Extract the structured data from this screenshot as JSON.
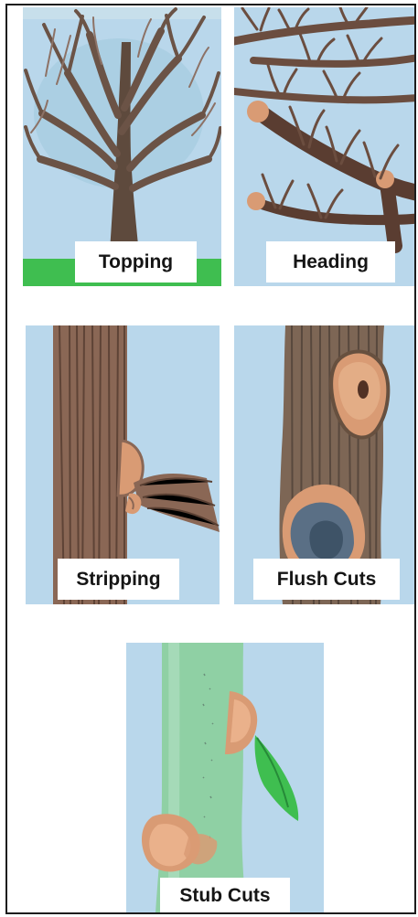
{
  "panels": {
    "topping": {
      "label": "Topping"
    },
    "heading": {
      "label": "Heading"
    },
    "stripping": {
      "label": "Stripping"
    },
    "flush_cuts": {
      "label": "Flush Cuts"
    },
    "stub_cuts": {
      "label": "Stub Cuts"
    }
  },
  "colors": {
    "sky": "#b9d7eb",
    "bark": "#7b5b47",
    "bark_dark": "#4b3225",
    "bark_light": "#ad8b73",
    "grass": "#3fbe50",
    "pale_trunk": "#8fd0a4",
    "cut_wood": "#d99b74",
    "leaf": "#3fbe50"
  }
}
